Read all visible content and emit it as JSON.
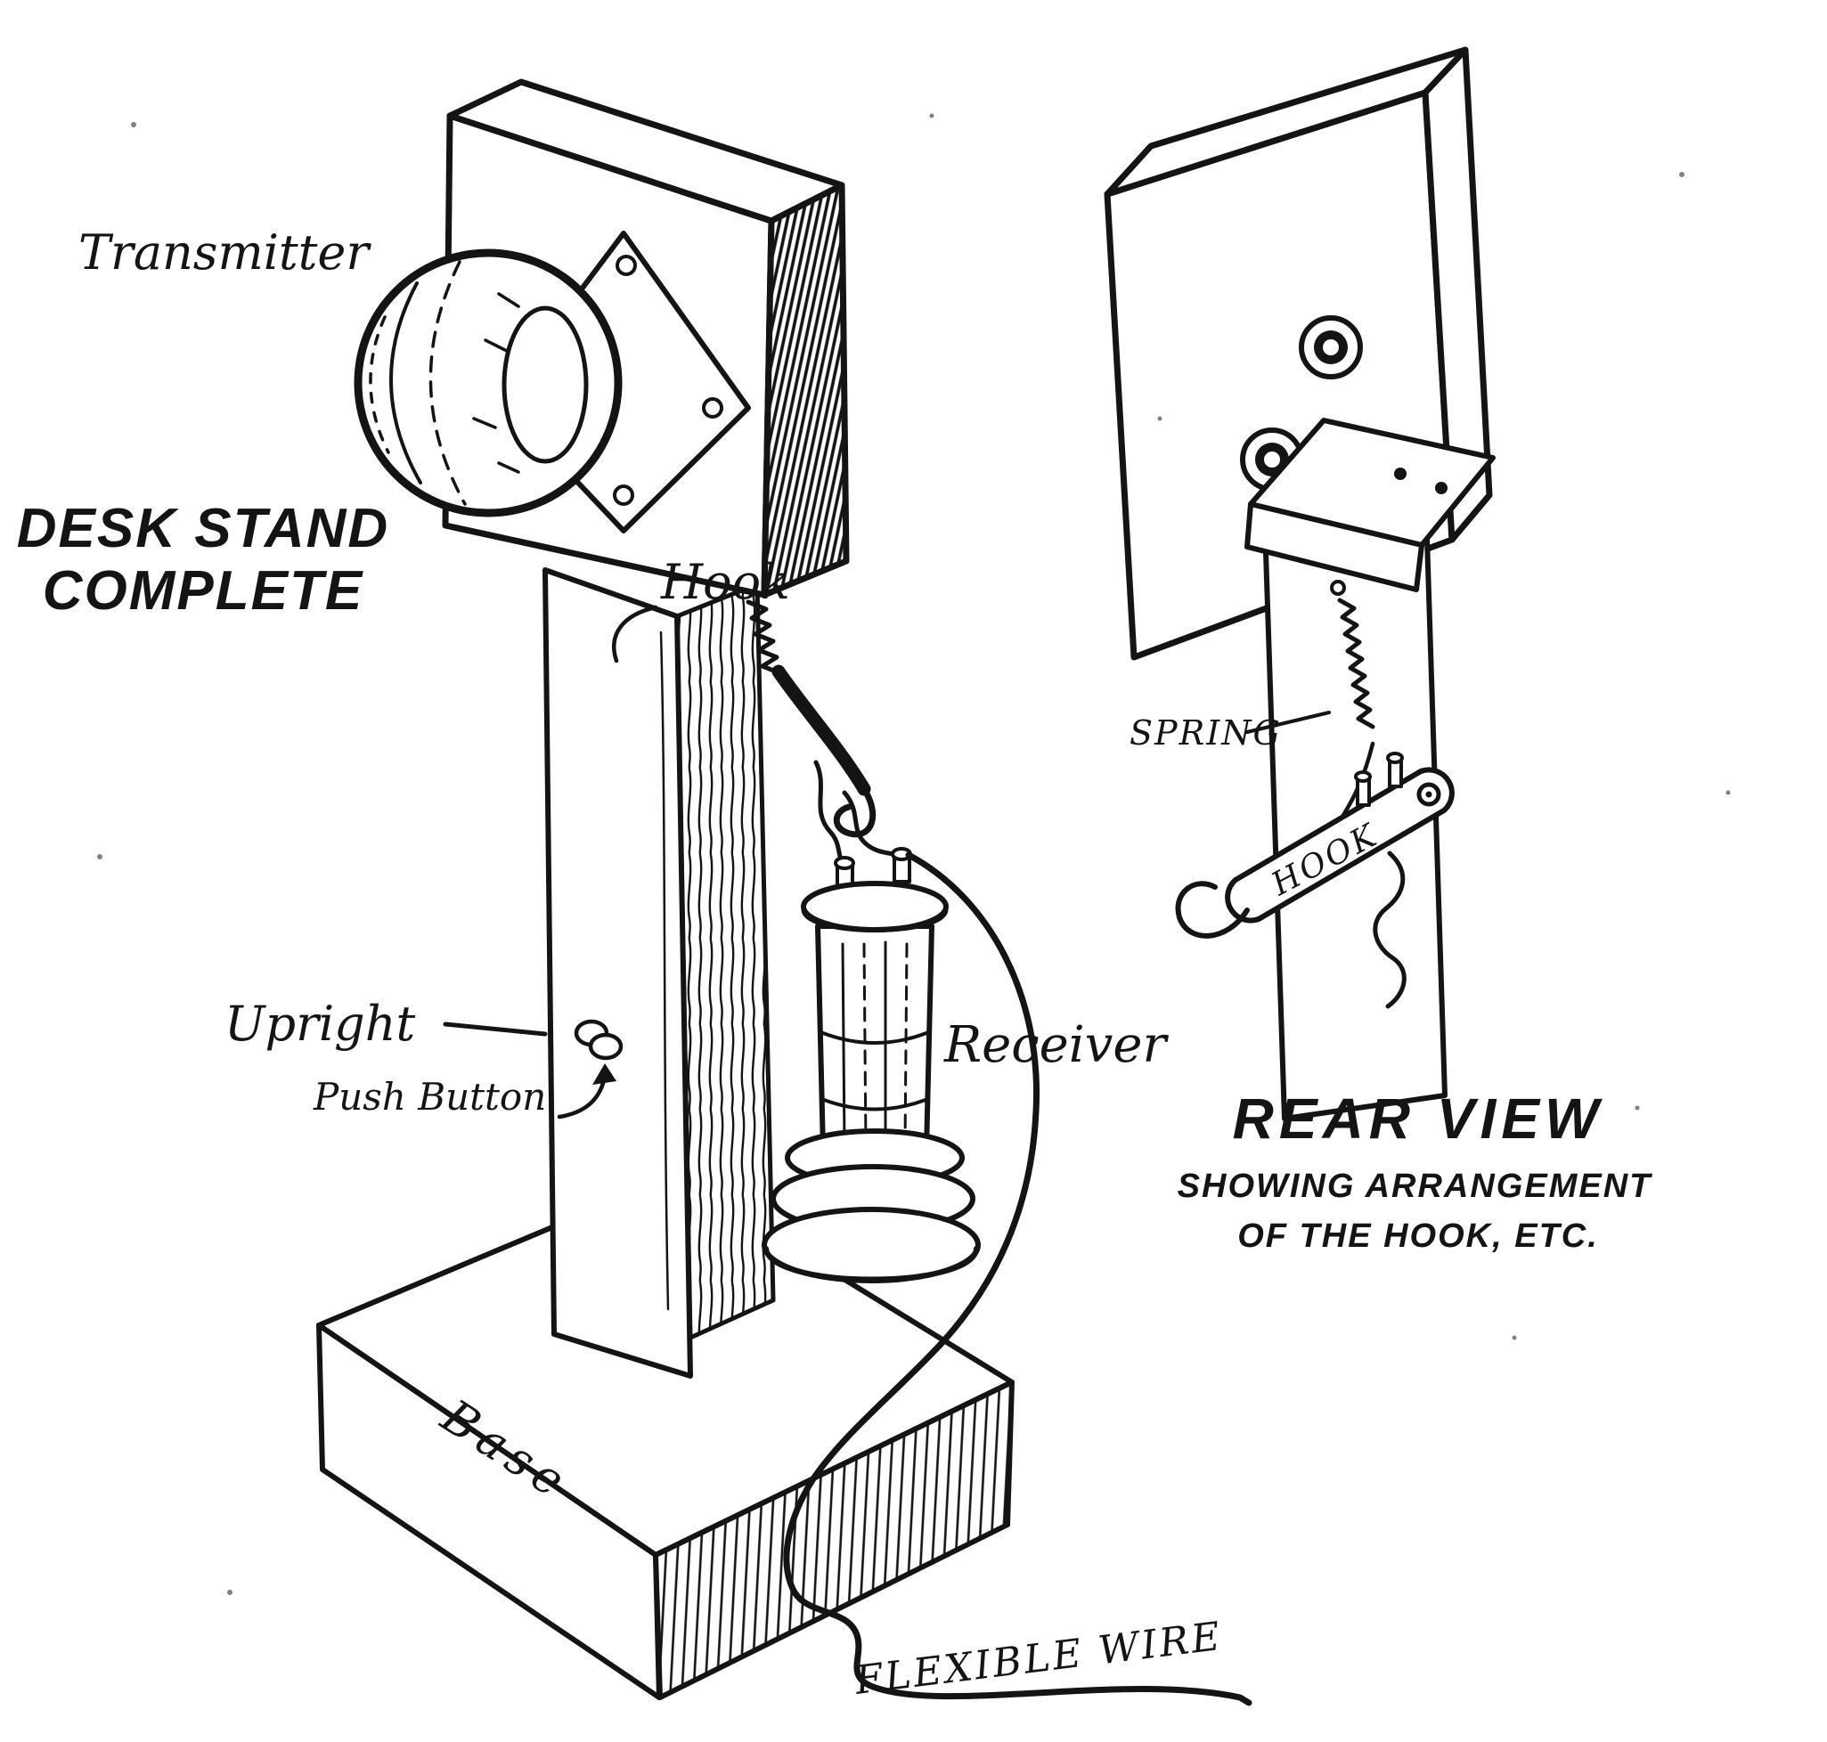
{
  "diagram": {
    "paper_color": "#ffffff",
    "ink_color": "#141414",
    "left_figure": {
      "caption_line1": "DESK STAND",
      "caption_line2": "COMPLETE",
      "labels": {
        "transmitter": "Transmitter",
        "hook": "Hook",
        "upright": "Upright",
        "push_button": "Push Button",
        "receiver": "Receiver",
        "base": "Base",
        "flexible_wire": "FLEXIBLE WIRE"
      }
    },
    "right_figure": {
      "caption_line1": "REAR VIEW",
      "caption_line2": "SHOWING ARRANGEMENT",
      "caption_line3": "OF THE HOOK, ETC.",
      "labels": {
        "spring": "SPRING",
        "hook": "HOOK"
      }
    }
  }
}
